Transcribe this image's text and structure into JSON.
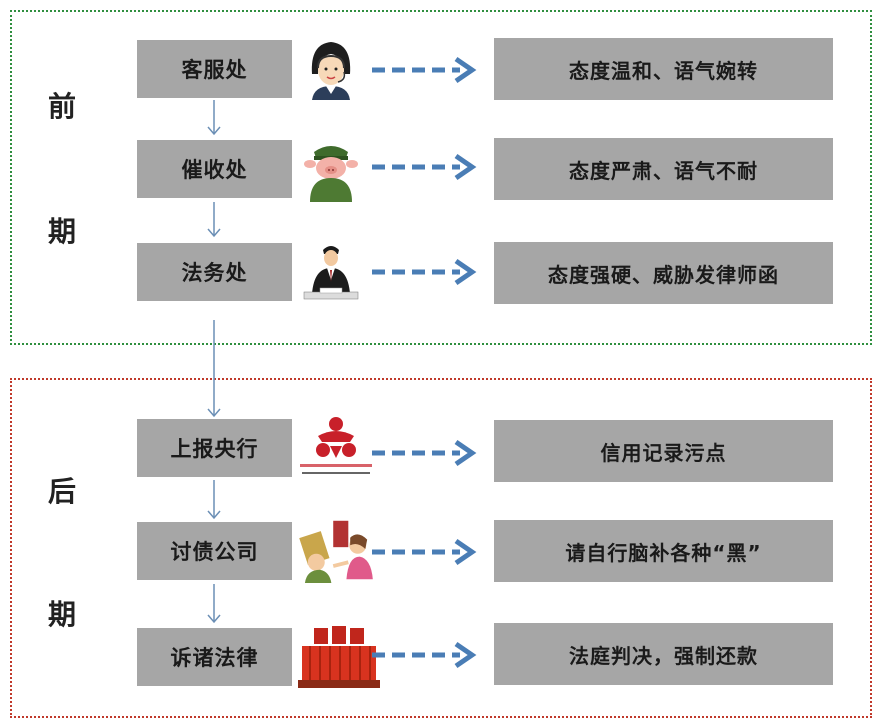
{
  "phases": {
    "early": [
      "前",
      "期"
    ],
    "late": [
      "后",
      "期"
    ]
  },
  "rows": [
    {
      "stage": "客服处",
      "result": "态度温和、语气婉转",
      "icon": "customer-service-agent-icon"
    },
    {
      "stage": "催收处",
      "result": "态度严肃、语气不耐",
      "icon": "collector-icon"
    },
    {
      "stage": "法务处",
      "result": "态度强硬、威胁发律师函",
      "icon": "lawyer-icon"
    },
    {
      "stage": "上报央行",
      "result": "信用记录污点",
      "icon": "central-bank-logo-icon"
    },
    {
      "stage": "讨债公司",
      "result": "请自行脑补各种“黑”",
      "icon": "debt-collection-icon"
    },
    {
      "stage": "诉诸法律",
      "result": "法庭判决，强制还款",
      "icon": "court-icon"
    }
  ],
  "colors": {
    "box": "#a6a6a6",
    "arrow": "#4a7db5",
    "early_border": "#2f8f3f",
    "late_border": "#c0392b"
  }
}
